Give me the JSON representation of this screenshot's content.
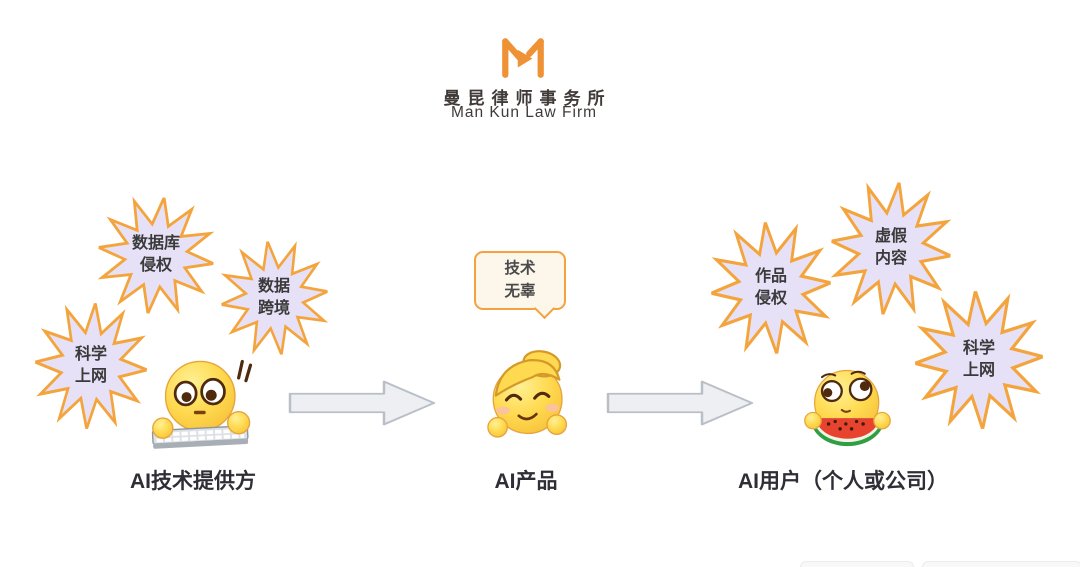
{
  "header": {
    "logo_cn": "曼昆律师事务所",
    "logo_en": "Man Kun Law Firm"
  },
  "colors": {
    "logo_orange": "#EF9135",
    "burst_fill": "#E6E1F6",
    "burst_stroke": "#F4A43C",
    "bubble_fill": "#FDF6EA",
    "bubble_stroke": "#F2A23E",
    "arrow_fill": "#EDEFF2",
    "arrow_stroke": "#B9BFC7",
    "label_text": "#2E2E36"
  },
  "diagram": {
    "left": {
      "label": "AI技术提供方",
      "emoji": "nervous-typing-emoji",
      "bursts": [
        {
          "text": "数据库\n侵权"
        },
        {
          "text": "数据\n跨境"
        },
        {
          "text": "科学\n上网"
        }
      ]
    },
    "middle": {
      "label": "AI产品",
      "emoji": "innocent-smile-emoji",
      "bubble": "技术\n无辜"
    },
    "right": {
      "label": "AI用户（个人或公司）",
      "emoji": "eating-melon-emoji",
      "bursts": [
        {
          "text": "作品\n侵权"
        },
        {
          "text": "虚假\n内容"
        },
        {
          "text": "科学\n上网"
        }
      ]
    }
  }
}
